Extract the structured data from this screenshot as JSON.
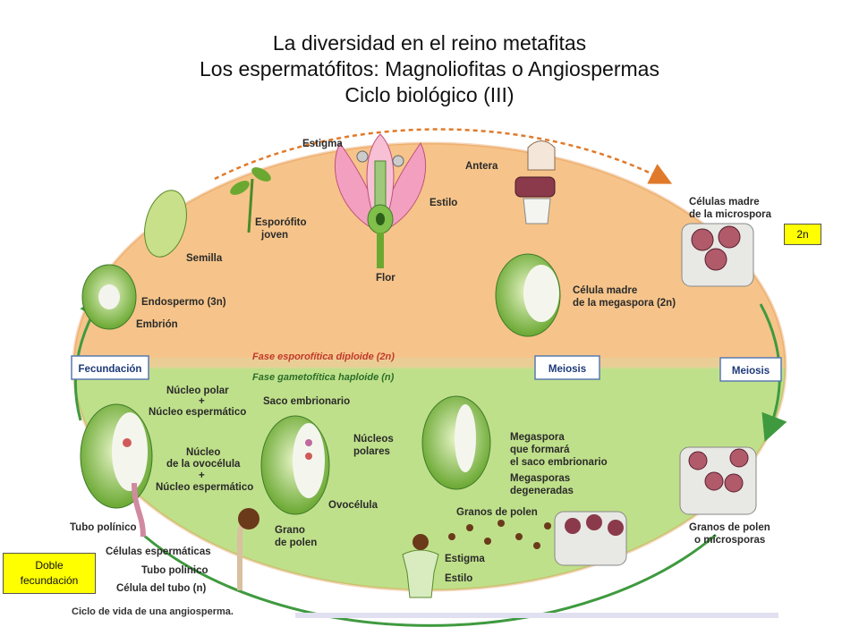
{
  "title": {
    "line1": "La diversidad en el reino metafitas",
    "line2": "Los espermatófitos: Magnoliofitas o Angiospermas",
    "line3": "Ciclo biológico (III)"
  },
  "phases": {
    "diploid": "Fase esporofítica diploide (2n)",
    "haploid": "Fase gametofítica haploide (n)"
  },
  "stage_boxes": {
    "fecundacion": "Fecundación",
    "meiosis_center": "Meiosis",
    "meiosis_right": "Meiosis"
  },
  "labels": {
    "estigma_top": "Estigma",
    "antera": "Antera",
    "estilo_top": "Estilo",
    "flor": "Flor",
    "esporofito_1": "Esporófito",
    "esporofito_2": "joven",
    "semilla": "Semilla",
    "endospermo": "Endospermo (3n)",
    "embrion": "Embrión",
    "cel_madre_micro_1": "Células madre",
    "cel_madre_micro_2": "de la microspora",
    "cel_madre_mega_1": "Célula madre",
    "cel_madre_mega_2": "de la megaspora (2n)",
    "nucleo_polar": "Núcleo polar",
    "mas_1": "+",
    "nucleo_espermatico_1": "Núcleo espermático",
    "nucleo": "Núcleo",
    "de_la_ovocelula": "de la ovocélula",
    "mas_2": "+",
    "nucleo_espermatico_2": "Núcleo espermático",
    "saco_embrionario": "Saco embrionario",
    "nucleos_polares_1": "Núcleos",
    "nucleos_polares_2": "polares",
    "ovocelula": "Ovocélula",
    "megaspora_1": "Megaspora",
    "megaspora_2": "que formará",
    "megaspora_3": "el saco embrionario",
    "megasporas_deg_1": "Megasporas",
    "megasporas_deg_2": "degeneradas",
    "granos_polen_mid": "Granos de polen",
    "granos_polen_right_1": "Granos de polen",
    "granos_polen_right_2": "o microsporas",
    "tubo_polinico_left": "Tubo polínico",
    "celulas_espermaticas": "Células espermáticas",
    "tubo_polinico_bottom": "Tubo polínico",
    "celula_tubo": "Célula del tubo (n)",
    "grano_polen_1": "Grano",
    "grano_polen_2": "de polen",
    "estigma_bottom": "Estigma",
    "estilo_bottom": "Estilo"
  },
  "caption": "Ciclo de vida de una angiosperma.",
  "tags": {
    "ploidy": "2n",
    "double_fert_1": "Doble",
    "double_fert_2": "fecundación"
  },
  "colors": {
    "diploid_fill": "#f6c48a",
    "haploid_fill": "#bfe08a",
    "cycle_arrow": "#3f9a3f",
    "tag_yellow": "#ffff00"
  }
}
